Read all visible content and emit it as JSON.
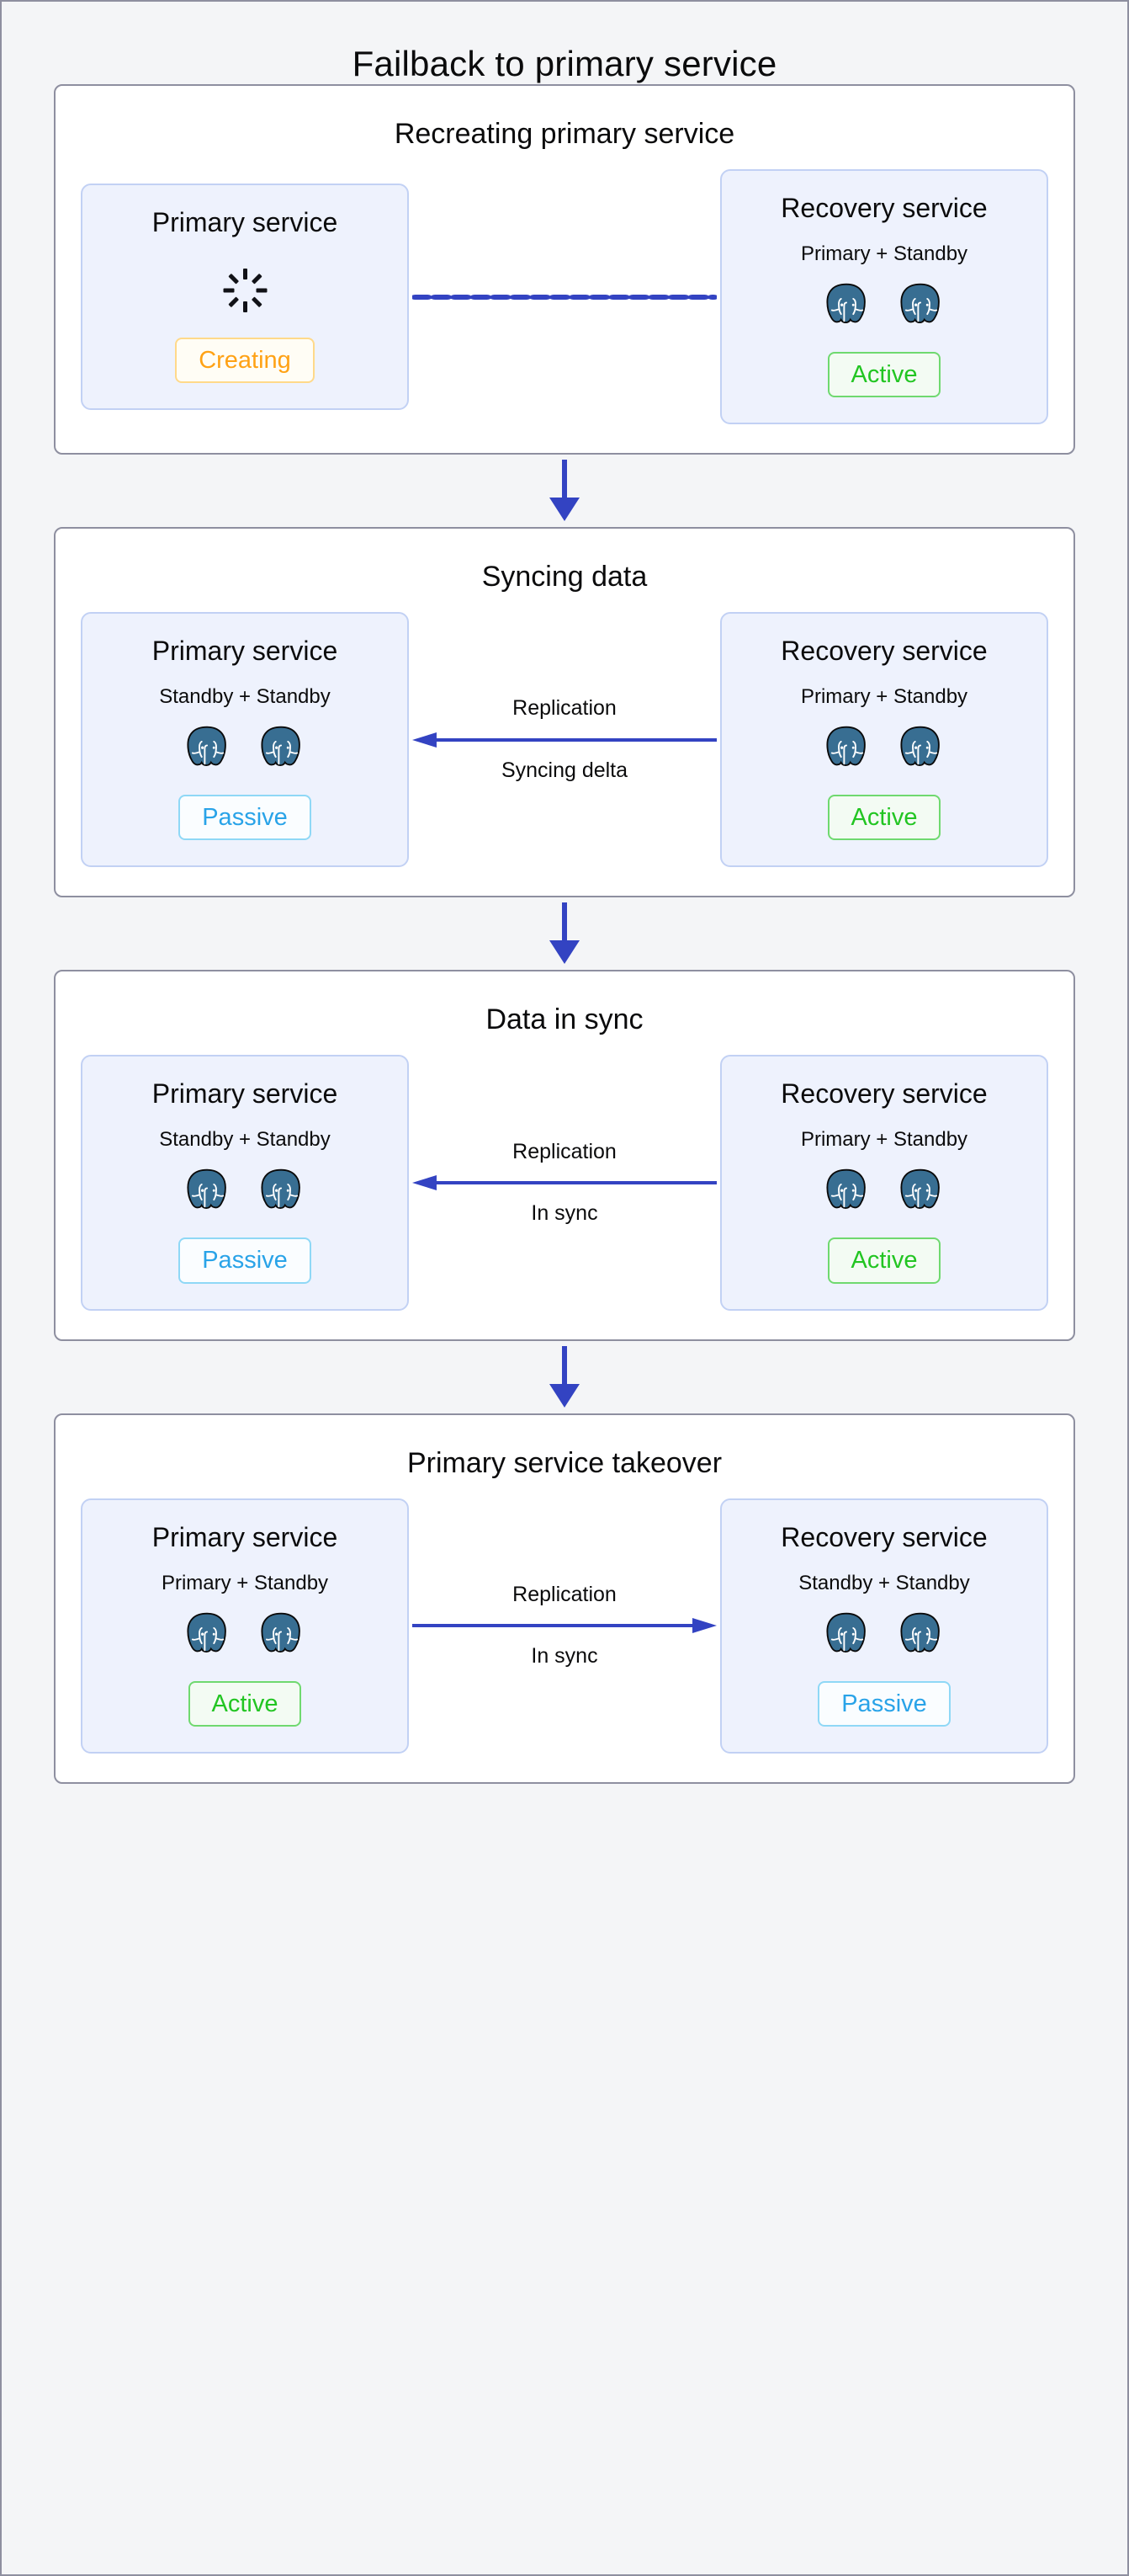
{
  "title": "Failback to primary service",
  "colors": {
    "arrow": "#3343c2",
    "active": "#22c522",
    "passive": "#29a3e8",
    "creating": "#ffa215",
    "card_bg": "#eef2fd",
    "card_border": "#c2d1f4",
    "panel_border": "#8e8fa0",
    "page_bg": "#f4f5f7"
  },
  "panels": [
    {
      "title": "Recreating primary service",
      "left": {
        "name": "Primary service",
        "subtitle": "",
        "nodes": 0,
        "icon": "spinner-icon",
        "status": "Creating",
        "status_kind": "creating"
      },
      "connector": {
        "style": "dashed",
        "direction": "none",
        "label_top": "",
        "label_bottom": ""
      },
      "right": {
        "name": "Recovery service",
        "subtitle": "Primary + Standby",
        "nodes": 2,
        "icon": "postgresql-icon",
        "status": "Active",
        "status_kind": "active"
      }
    },
    {
      "title": "Syncing data",
      "left": {
        "name": "Primary service",
        "subtitle": "Standby + Standby",
        "nodes": 2,
        "icon": "postgresql-icon",
        "status": "Passive",
        "status_kind": "passive"
      },
      "connector": {
        "style": "solid",
        "direction": "left",
        "label_top": "Replication",
        "label_bottom": "Syncing delta"
      },
      "right": {
        "name": "Recovery service",
        "subtitle": "Primary + Standby",
        "nodes": 2,
        "icon": "postgresql-icon",
        "status": "Active",
        "status_kind": "active"
      }
    },
    {
      "title": "Data in sync",
      "left": {
        "name": "Primary service",
        "subtitle": "Standby + Standby",
        "nodes": 2,
        "icon": "postgresql-icon",
        "status": "Passive",
        "status_kind": "passive"
      },
      "connector": {
        "style": "solid",
        "direction": "left",
        "label_top": "Replication",
        "label_bottom": "In sync"
      },
      "right": {
        "name": "Recovery service",
        "subtitle": "Primary + Standby",
        "nodes": 2,
        "icon": "postgresql-icon",
        "status": "Active",
        "status_kind": "active"
      }
    },
    {
      "title": "Primary service takeover",
      "left": {
        "name": "Primary service",
        "subtitle": "Primary + Standby",
        "nodes": 2,
        "icon": "postgresql-icon",
        "status": "Active",
        "status_kind": "active"
      },
      "connector": {
        "style": "solid",
        "direction": "right",
        "label_top": "Replication",
        "label_bottom": "In sync"
      },
      "right": {
        "name": "Recovery service",
        "subtitle": "Standby + Standby",
        "nodes": 2,
        "icon": "postgresql-icon",
        "status": "Passive",
        "status_kind": "passive"
      }
    }
  ],
  "step_arrows": [
    {
      "icon": "arrow-down-icon"
    },
    {
      "icon": "arrow-down-icon"
    },
    {
      "icon": "arrow-down-icon"
    }
  ]
}
